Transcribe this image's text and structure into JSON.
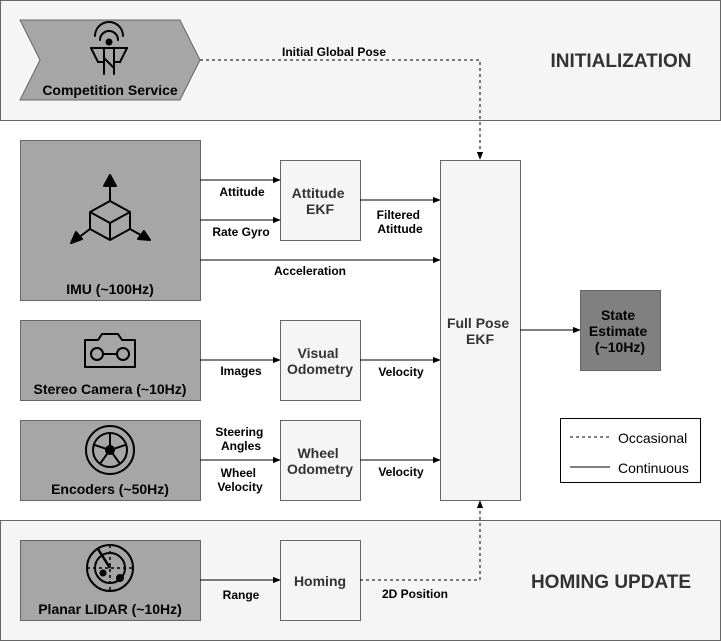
{
  "colors": {
    "sensor_fill": "#a6a6a6",
    "filter_fill": "#f5f5f5",
    "state_fill": "#808080",
    "band_fill": "#f5f5f5",
    "line": "#000000",
    "border": "#666666",
    "section_text": "#333333"
  },
  "sections": {
    "initialization": "INITIALIZATION",
    "homing_update": "HOMING UPDATE"
  },
  "sources": {
    "competition_service": "Competition Service",
    "imu": "IMU (~100Hz)",
    "stereo_camera": "Stereo Camera (~10Hz)",
    "encoders": "Encoders (~50Hz)",
    "planar_lidar": "Planar LIDAR (~10Hz)"
  },
  "icons": {
    "competition_service": "antenna-tower-icon",
    "imu": "cube-axes-icon",
    "stereo_camera": "stereo-camera-icon",
    "encoders": "wheel-icon",
    "planar_lidar": "radar-icon"
  },
  "filters": {
    "attitude_ekf": [
      "Attitude",
      "EKF"
    ],
    "visual_odometry": [
      "Visual",
      "Odometry"
    ],
    "wheel_odometry": [
      "Wheel",
      "Odometry"
    ],
    "homing": "Homing",
    "full_pose_ekf": [
      "Full Pose",
      "EKF"
    ],
    "state_estimate": [
      "State",
      "Estimate",
      "(~10Hz)"
    ]
  },
  "edges": {
    "initial_global_pose": "Initial Global Pose",
    "attitude": "Attitude",
    "rate_gyro": "Rate Gyro",
    "filtered_attitude": [
      "Filtered",
      "Atittude"
    ],
    "acceleration": "Acceleration",
    "images": "Images",
    "velocity_visual": "Velocity",
    "steering_angles": [
      "Steering",
      "Angles"
    ],
    "wheel_velocity": [
      "Wheel",
      "Velocity"
    ],
    "velocity_wheel": "Velocity",
    "range": "Range",
    "position_2d": "2D Position"
  },
  "legend": {
    "occasional": "Occasional",
    "continuous": "Continuous"
  }
}
